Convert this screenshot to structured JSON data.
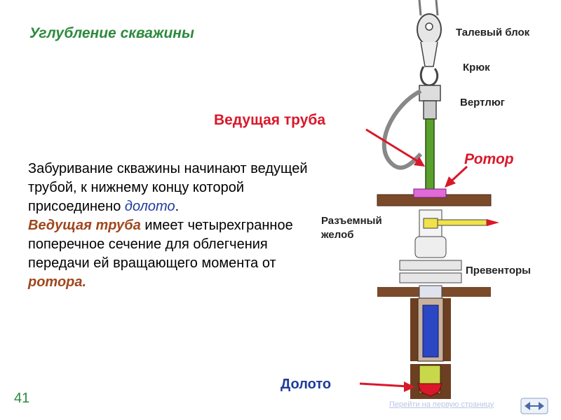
{
  "title": "Углубление скважины",
  "page_number": "41",
  "body": {
    "p1": "Забуривание скважины начинают ведущей трубой, к нижнему концу которой присоединено ",
    "p1_em": "долото",
    "p1_end": ".",
    "p2_em": "Ведущая труба",
    "p2": " имеет четырехгранное поперечное сечение для облегчения передачи ей вращающего момента от ",
    "p2_end": "ротора."
  },
  "labels": {
    "travel_block": "Талевый блок",
    "hook": "Крюк",
    "swivel": "Вертлюг",
    "kelly": "Ведущая труба",
    "rotor": "Ротор",
    "flow_line_1": "Разъемный",
    "flow_line_2": "желоб",
    "preventers": "Превенторы",
    "bit": "Долото"
  },
  "footer": {
    "link_text": "Перейти на первую страницу"
  },
  "colors": {
    "title": "#2d8a3e",
    "accent_red": "#d9182a",
    "accent_blue": "#1f3b9b",
    "accent_brown": "#a0471d"
  }
}
